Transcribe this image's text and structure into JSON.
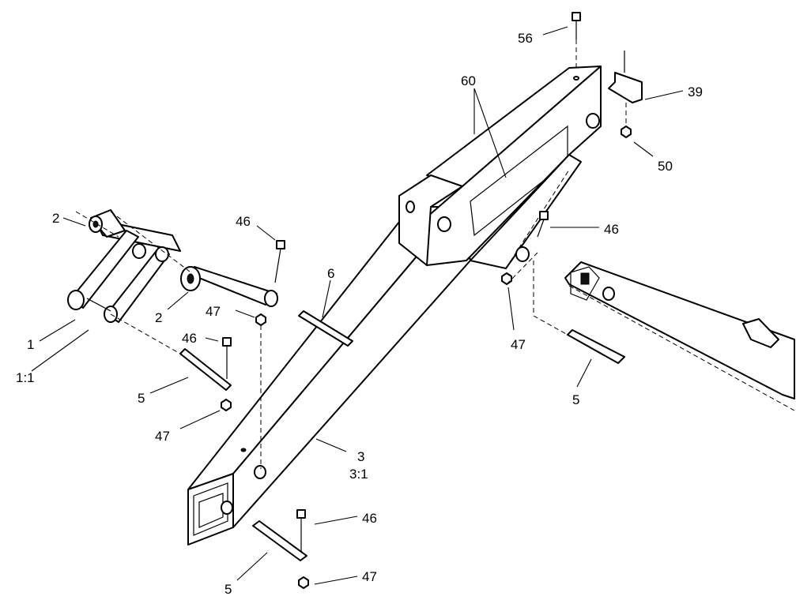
{
  "callouts": [
    {
      "id": "c56",
      "text": "56"
    },
    {
      "id": "c60",
      "text": "60"
    },
    {
      "id": "c39",
      "text": "39"
    },
    {
      "id": "c50",
      "text": "50"
    },
    {
      "id": "c2a",
      "text": "2"
    },
    {
      "id": "c46a",
      "text": "46"
    },
    {
      "id": "c46b",
      "text": "46"
    },
    {
      "id": "c6",
      "text": "6"
    },
    {
      "id": "c2b",
      "text": "2"
    },
    {
      "id": "c47a",
      "text": "47"
    },
    {
      "id": "c1",
      "text": "1"
    },
    {
      "id": "c1r",
      "text": "1:1"
    },
    {
      "id": "c46c",
      "text": "46"
    },
    {
      "id": "c5a",
      "text": "5"
    },
    {
      "id": "c47b",
      "text": "47"
    },
    {
      "id": "c47c",
      "text": "47"
    },
    {
      "id": "c5b",
      "text": "5"
    },
    {
      "id": "c3",
      "text": "3"
    },
    {
      "id": "c3r",
      "text": "3:1"
    },
    {
      "id": "c46d",
      "text": "46"
    },
    {
      "id": "c5c",
      "text": "5"
    },
    {
      "id": "c47d",
      "text": "47"
    }
  ]
}
